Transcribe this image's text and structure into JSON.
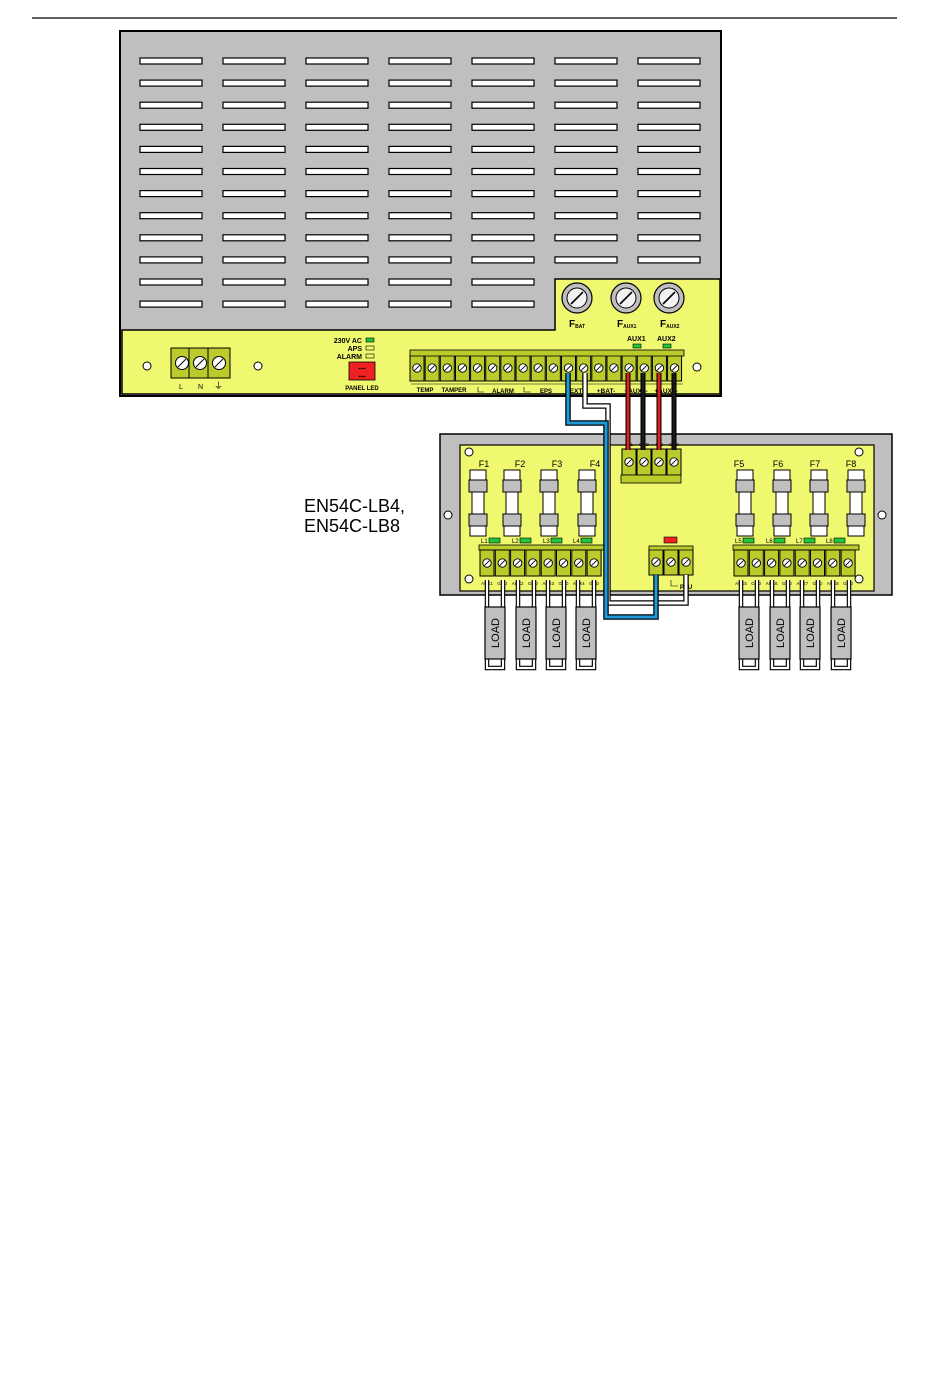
{
  "model_label": {
    "line1": "EN54C-LB4,",
    "line2": "EN54C-LB8"
  },
  "psu": {
    "fuses": [
      {
        "main": "F",
        "sub": "BAT"
      },
      {
        "main": "F",
        "sub": "AUX1"
      },
      {
        "main": "F",
        "sub": "AUX2"
      }
    ],
    "aux_leds": [
      "AUX1",
      "AUX2"
    ],
    "status_leds": [
      "230V AC",
      "APS",
      "ALARM"
    ],
    "panel_led_label": "PANEL LED",
    "mains_terminals": [
      "L",
      "N",
      "⏚"
    ],
    "terminal_groups": [
      "TEMP",
      "TAMPER",
      "ALARM",
      "EPS",
      "+EXT-",
      "+BAT-",
      "+AUX1-",
      "+AUX2-"
    ]
  },
  "module": {
    "fuses_left": [
      "F1",
      "F2",
      "F3",
      "F4"
    ],
    "fuses_right": [
      "F5",
      "F6",
      "F7",
      "F8"
    ],
    "leds_left": [
      "L1",
      "L2",
      "L3",
      "L4"
    ],
    "leds_right": [
      "L5",
      "L6",
      "L7",
      "L8"
    ],
    "input_terminal_labels": [
      "+A1",
      "GND",
      "+A2",
      "GND"
    ],
    "psu_terminal_label": "PSU",
    "output_terminal_labels_left": [
      "AUX1",
      "GND",
      "AUX2",
      "GND",
      "AUX3",
      "GND",
      "AUX4",
      "GND"
    ],
    "output_terminal_labels_right": [
      "AUX5",
      "GND",
      "AUX6",
      "GND",
      "AUX7",
      "GND",
      "AUX8",
      "GND"
    ],
    "load_label": "LOAD"
  },
  "colors": {
    "panel_yellow": "#f0f870",
    "terminal_green": "#bccb2c",
    "enclosure_grey": "#bfbfbf",
    "led_green": "#21c43a",
    "led_red": "#ee2222",
    "wire_red": "#e02020",
    "wire_blue": "#1e9ad8",
    "wire_black": "#1a1a1a"
  }
}
